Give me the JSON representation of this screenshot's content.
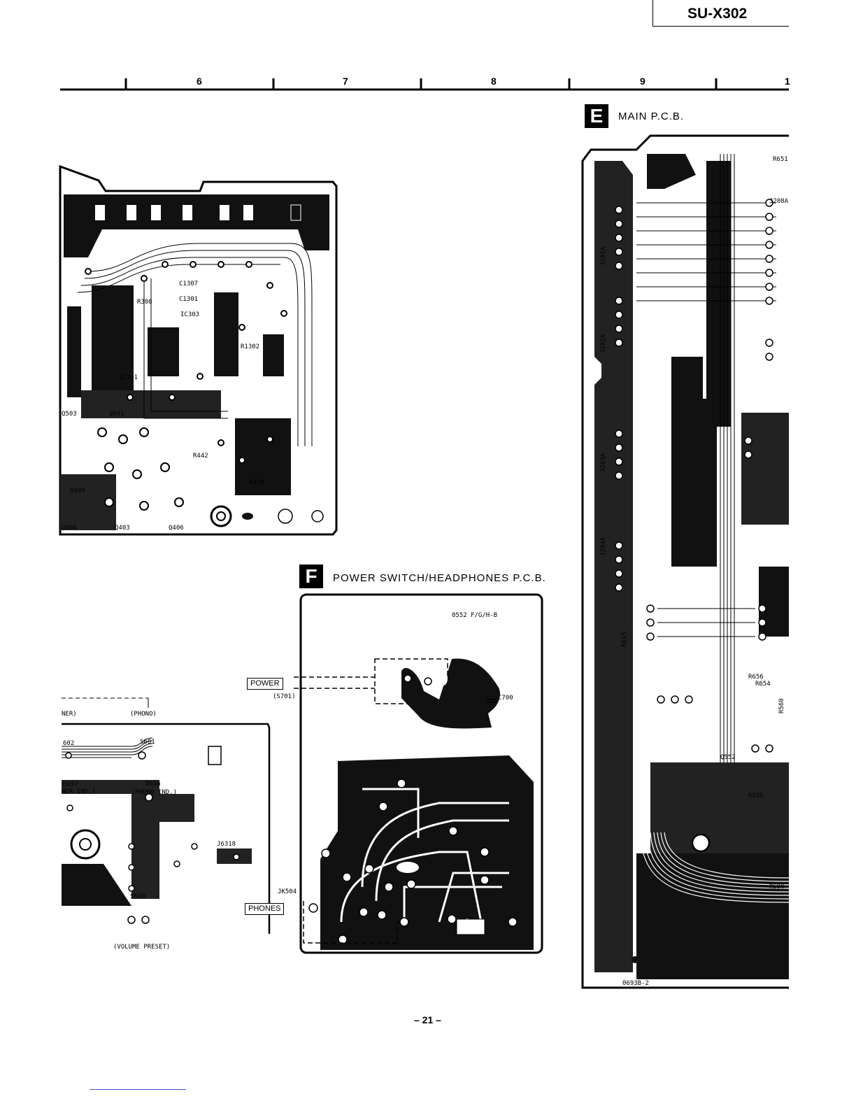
{
  "header": {
    "model": "SU-X302"
  },
  "ruler": {
    "numbers": [
      "6",
      "7",
      "8",
      "9",
      "1"
    ]
  },
  "section_e": {
    "letter": "E",
    "title": "MAIN P.C.B.",
    "board_code": "0693B-2",
    "component_labels": [
      "R651",
      "J201A",
      "J202A",
      "J203A",
      "J204A",
      "J208A",
      "R654",
      "R690",
      "R615",
      "R560",
      "R656",
      "R555",
      "Q552"
    ]
  },
  "section_f": {
    "letter": "F",
    "title": "POWER SWITCH/HEADPHONES P.C.B.",
    "board_code": "0552 F/G/H-B",
    "power_label": "POWER",
    "power_ref": "(S701)",
    "capacitor": "C700",
    "jack_ref": "JK504",
    "phones_label": "PHONES"
  },
  "left_top_board": {
    "component_labels": [
      "Q503",
      "Q501",
      "Q409",
      "Q404",
      "Q403",
      "Q406",
      "IC301",
      "IC303",
      "C1307",
      "C1301",
      "R439",
      "R442",
      "R1302",
      "R308"
    ]
  },
  "left_bottom_board": {
    "tuner_label": "NER)",
    "phono_label": "(PHONO)",
    "s602": "602",
    "s601": "S601",
    "d657": "D657",
    "tuner_ind": "NER IND.)",
    "d656": "D656",
    "phono_ind": "(PHONO IND.)",
    "j6318": "J6318",
    "s610": "S610",
    "volume_preset": "(VOLUME PRESET)"
  },
  "footer": {
    "page": "– 21 –"
  }
}
